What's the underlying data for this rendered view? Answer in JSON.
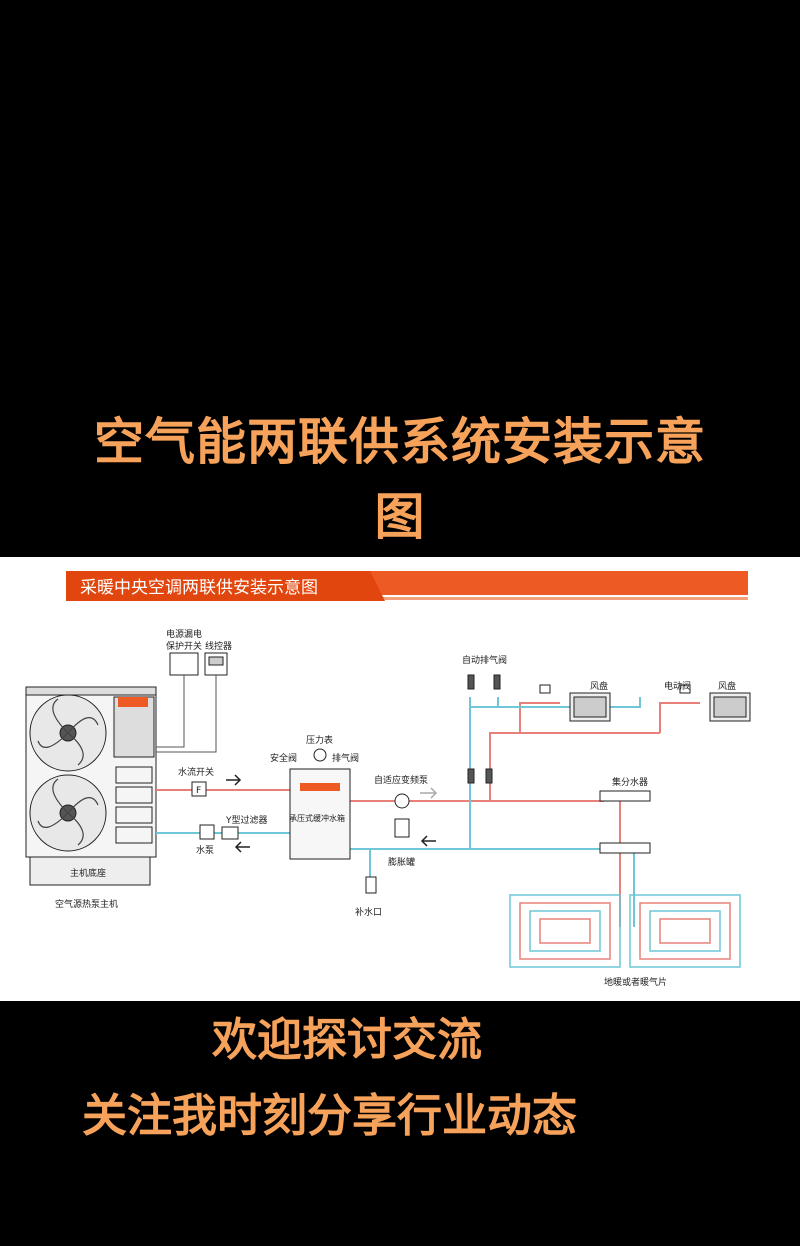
{
  "headline": {
    "line1": "空气能两联供系统安装示意",
    "line2": "图"
  },
  "diagram": {
    "banner_title": "采暖中央空调两联供安装示意图",
    "labels": {
      "electric_leak_switch": "电源漏电",
      "protect_switch": "保护开关",
      "line_controller": "线控器",
      "auto_vent_valve": "自动排气阀",
      "fan_coil_1": "风盘",
      "electric_valve": "电动阀",
      "fan_coil_2": "风盘",
      "pressure_gauge": "压力表",
      "safety_valve": "安全阀",
      "vent_valve": "排气阀",
      "flow_switch": "水流开关",
      "adaptive_pump": "自适应变频泵",
      "manifold": "集分水器",
      "y_filter": "Y型过滤器",
      "buffer_tank": "承压式缓冲水箱",
      "water_pump": "水泵",
      "expansion_tank": "膨胀罐",
      "base": "主机底座",
      "heat_pump_host": "空气源热泵主机",
      "makeup_water": "补水口",
      "floor_heating": "地暖或者暖气片"
    },
    "colors": {
      "hot_pipe": "#e8807a",
      "cold_pipe": "#6ec6d6",
      "banner": "#ee5a24"
    }
  },
  "captions": {
    "line1": "欢迎探讨交流",
    "line2": "关注我时刻分享行业动态"
  }
}
